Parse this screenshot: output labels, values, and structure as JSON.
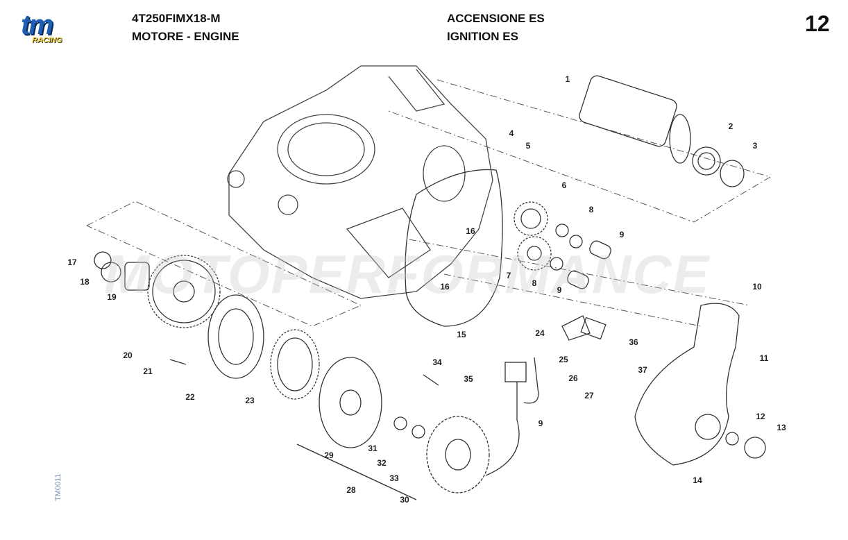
{
  "header": {
    "model": "4T250FIMX18-M",
    "group": "MOTORE - ENGINE",
    "section_it": "ACCENSIONE ES",
    "section_en": "IGNITION ES",
    "page_number": "12"
  },
  "logo": {
    "brand": "tm",
    "sub": "RACING"
  },
  "watermark": "MOTOPERFORMANCE",
  "drawing_code": "TM0011",
  "callouts": [
    "1",
    "2",
    "3",
    "4",
    "5",
    "6",
    "7",
    "8",
    "8",
    "9",
    "9",
    "10",
    "11",
    "12",
    "13",
    "14",
    "15",
    "16",
    "16",
    "17",
    "18",
    "19",
    "20",
    "21",
    "22",
    "23",
    "24",
    "25",
    "26",
    "27",
    "28",
    "29",
    "30",
    "31",
    "32",
    "33",
    "34",
    "35",
    "36",
    "37",
    "9"
  ]
}
